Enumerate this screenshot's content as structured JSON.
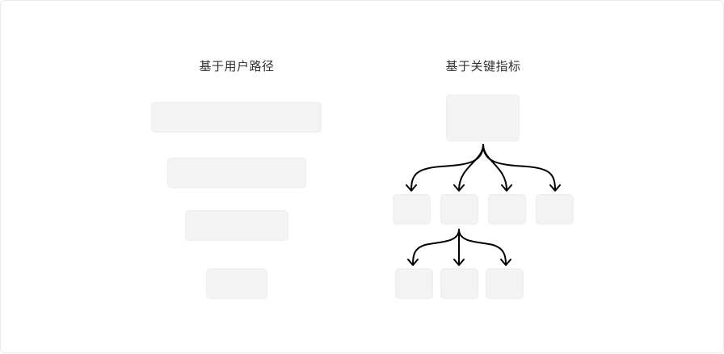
{
  "left_panel": {
    "title": "基于用户路径",
    "funnel_levels": 4
  },
  "right_panel": {
    "title": "基于关键指标",
    "tree": {
      "root_children": 4,
      "second_level_parent_index": 1,
      "second_level_children": 3
    }
  },
  "colors": {
    "background": "#ffffff",
    "box_fill": "#f3f3f3",
    "arrow": "#000000",
    "title_text": "#333333"
  }
}
